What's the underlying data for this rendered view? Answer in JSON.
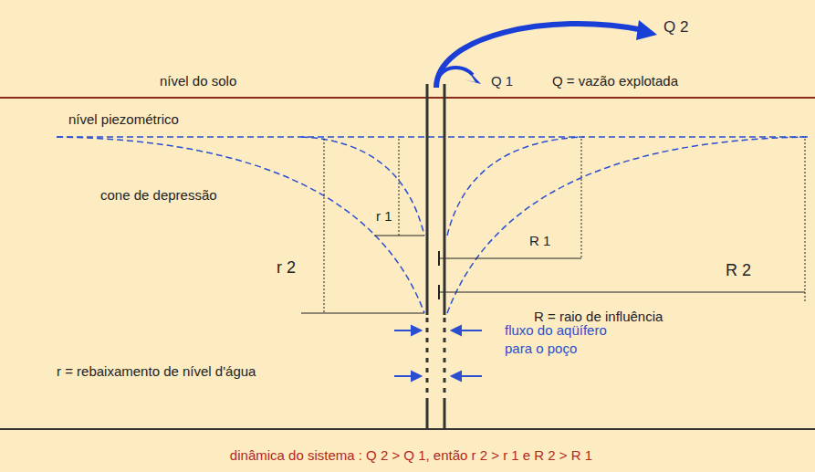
{
  "diagram": {
    "caption": "dinâmica do sistema : Q 2 > Q 1, então r 2 > r 1 e R 2 > R 1",
    "labels": [
      "Q 2",
      "Q 1",
      "Q = vazão explotada",
      "nível do solo",
      "nível piezométrico",
      "cone de depressão",
      "r 1",
      "R 1",
      "r 2",
      "R 2",
      "R = raio de influência",
      "r = rebaixamento de nível d'água",
      "fluxo do aqüífero para o poço"
    ]
  }
}
